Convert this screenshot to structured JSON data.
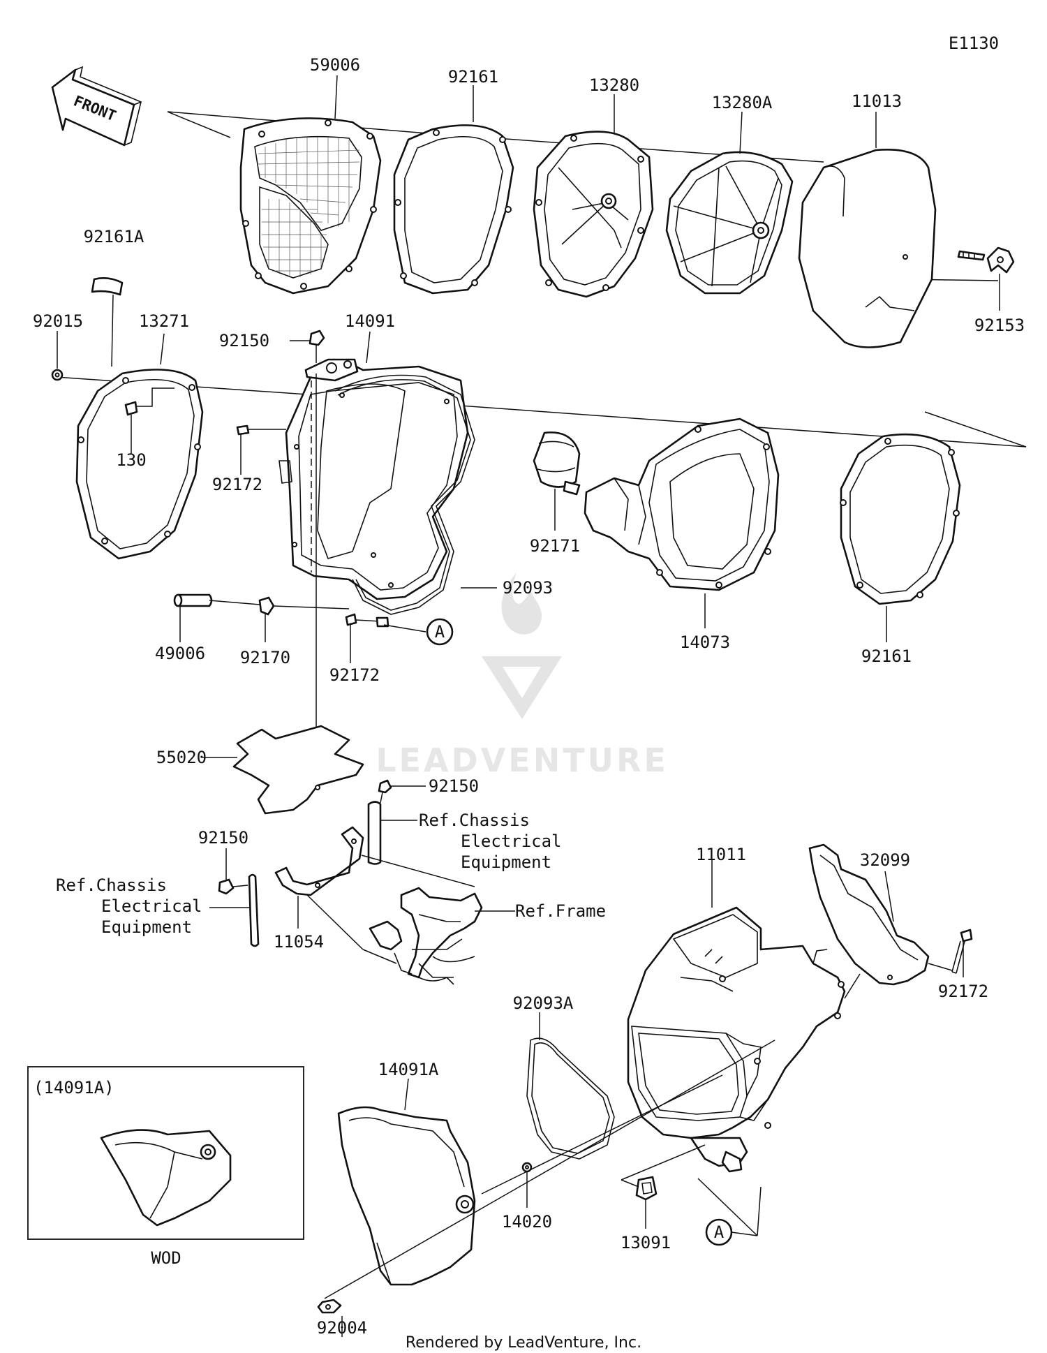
{
  "diagram_code": "E1130",
  "front_label": "FRONT",
  "footer": "Rendered by LeadVenture, Inc.",
  "watermark": "LEADVENTURE",
  "inset": {
    "title": "(14091A)",
    "caption": "WOD"
  },
  "callout_marker": "A",
  "references": {
    "chassis_left": [
      "Ref.Chassis",
      "Electrical",
      "Equipment"
    ],
    "chassis_right": [
      "Ref.Chassis",
      "Electrical",
      "Equipment"
    ],
    "frame": "Ref.Frame"
  },
  "part_labels": {
    "p59006": "59006",
    "p92161_top": "92161",
    "p13280": "13280",
    "p13280A": "13280A",
    "p11013": "11013",
    "p92161A": "92161A",
    "p92153": "92153",
    "p92015": "92015",
    "p13271": "13271",
    "p92150_top": "92150",
    "p14091": "14091",
    "p130": "130",
    "p92172_left": "92172",
    "p92171": "92171",
    "p14073": "14073",
    "p92161_right": "92161",
    "p92093": "92093",
    "p49006": "49006",
    "p92170": "92170",
    "p92172_mid": "92172",
    "p55020": "55020",
    "p92150_mid": "92150",
    "p92150_left": "92150",
    "p11054": "11054",
    "p11011": "11011",
    "p32099": "32099",
    "p92172_right": "92172",
    "p92093A": "92093A",
    "p14091A": "14091A",
    "p14020": "14020",
    "p13091": "13091",
    "p92004": "92004"
  }
}
